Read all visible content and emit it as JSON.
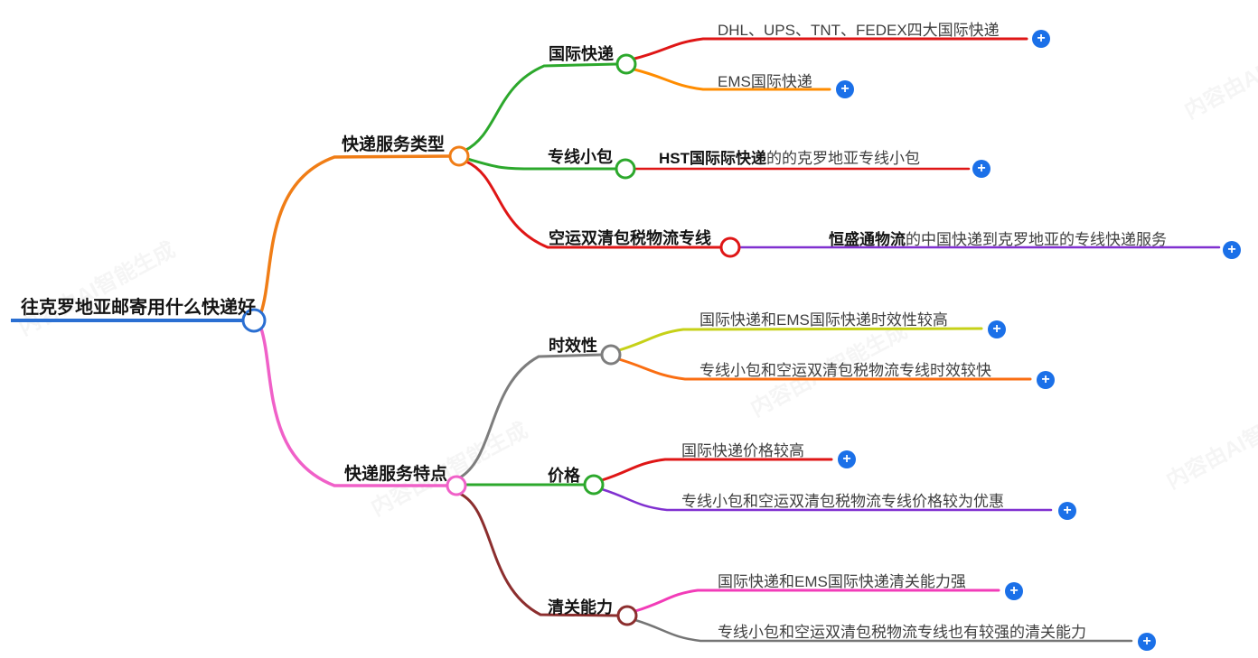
{
  "mindmap": {
    "root": "往克罗地亚邮寄用什么快递好",
    "type_branch": {
      "label": "快递服务类型",
      "intl": {
        "label": "国际快递",
        "leaf1": "DHL、UPS、TNT、FEDEX四大国际快递",
        "leaf2": "EMS国际快递"
      },
      "parcel": {
        "label": "专线小包",
        "leaf_bold": "HST国际际快递",
        "leaf_rest": "的的克罗地亚专线小包"
      },
      "air": {
        "label": "空运双清包税物流专线",
        "leaf_bold": "恒盛通物流",
        "leaf_rest": "的中国快递到克罗地亚的专线快递服务"
      }
    },
    "feature_branch": {
      "label": "快递服务特点",
      "timeliness": {
        "label": "时效性",
        "leaf1": "国际快递和EMS国际快递时效性较高",
        "leaf2": "专线小包和空运双清包税物流专线时效较快"
      },
      "price": {
        "label": "价格",
        "leaf1": "国际快递价格较高",
        "leaf2": "专线小包和空运双清包税物流专线价格较为优惠"
      },
      "customs": {
        "label": "清关能力",
        "leaf1": "国际快递和EMS国际快递清关能力强",
        "leaf2": "专线小包和空运双清包税物流专线也有较强的清关能力"
      }
    }
  },
  "icons": {
    "add": "+"
  },
  "watermark": "内容由AI智能生成",
  "colors": {
    "root_blue": "#2a6fd2",
    "branch_orange": "#f07d16",
    "green": "#2ca82c",
    "red": "#df1616",
    "ems_orange": "#ff8c00",
    "purple": "#8030d0",
    "feature_pink": "#f060c8",
    "customs_pink": "#f23cb8",
    "gray": "#7d7d7d",
    "dark_red": "#8c2e2e",
    "yellow_green": "#c6d118",
    "time_orange": "#fa6e12",
    "plus_blue": "#1b70e8"
  }
}
